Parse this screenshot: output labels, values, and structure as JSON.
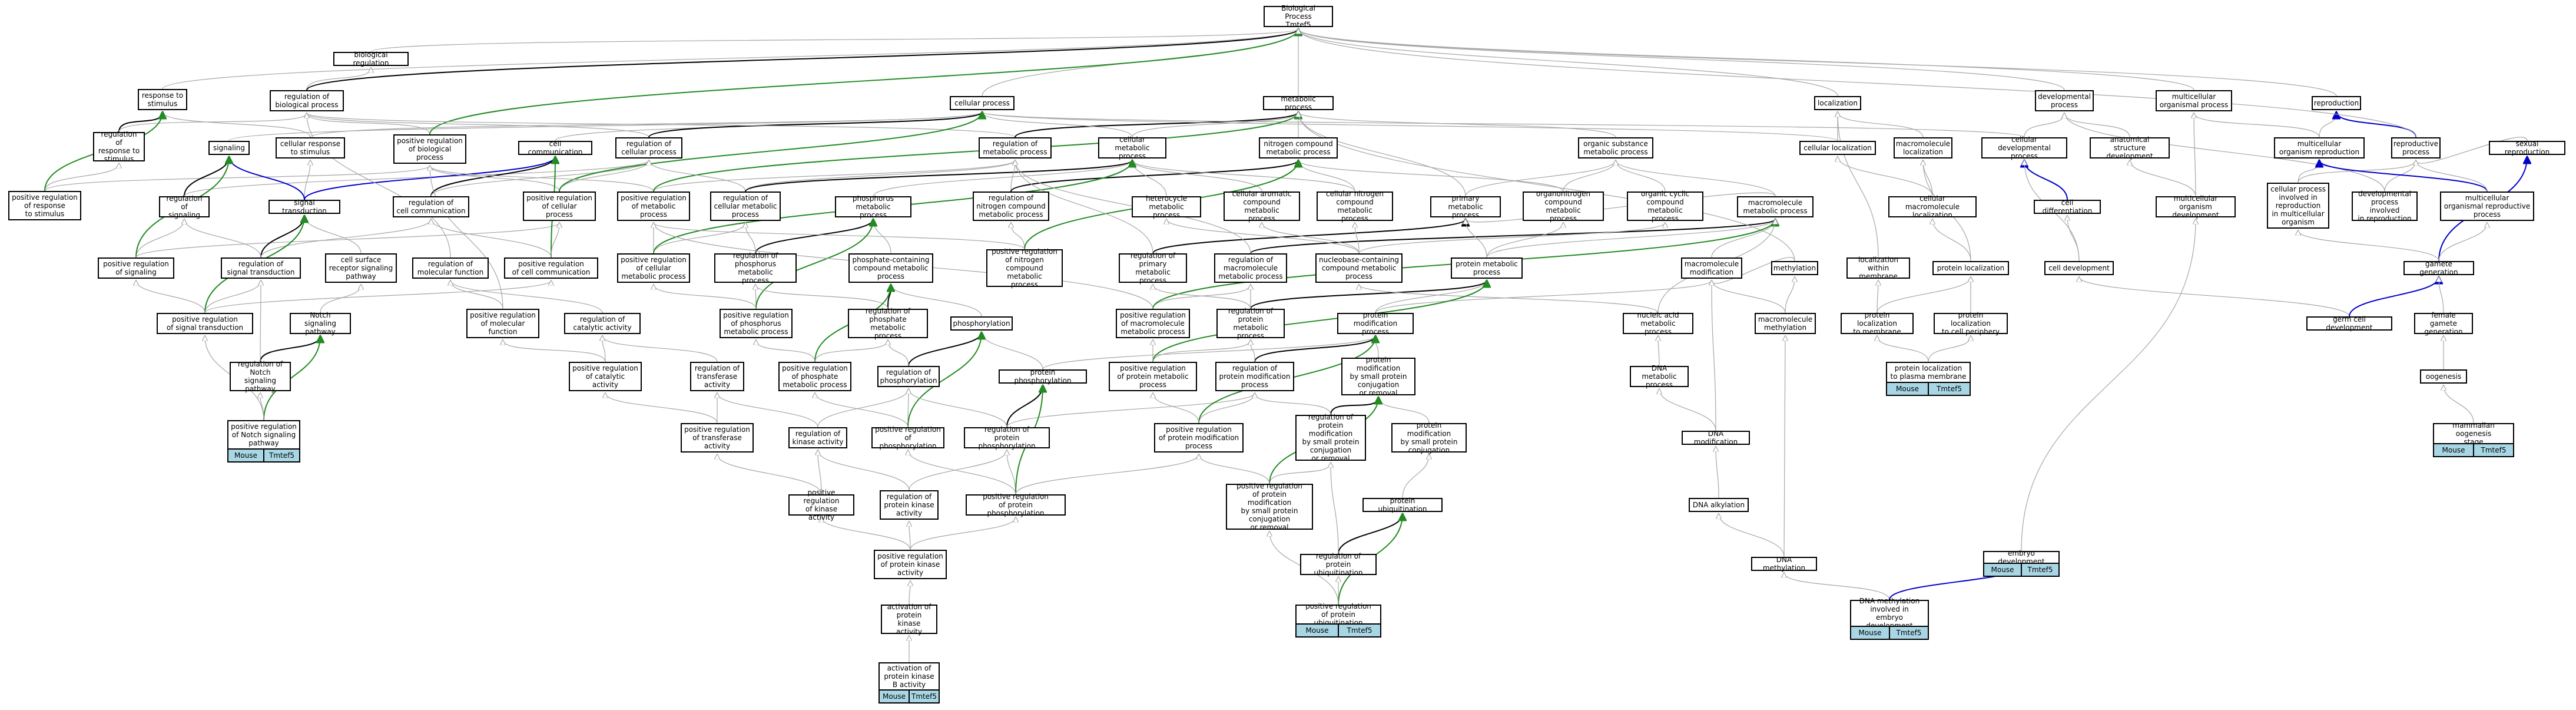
{
  "colors": {
    "gray": "#a6a6a6",
    "black": "#000000",
    "green": "#228b22",
    "blue": "#0000cc",
    "annotation_fill": "#a9d6e5"
  },
  "annotation": {
    "species": "Mouse",
    "gene": "Tmtef5"
  },
  "nodes": [
    {
      "id": "root",
      "label": "Biological Process\nTmtef5"
    },
    {
      "id": "bioreg",
      "label": "biological regulation"
    },
    {
      "id": "resp_stim",
      "label": "response to\nstimulus"
    },
    {
      "id": "reg_bp",
      "label": "regulation of\nbiological process"
    },
    {
      "id": "cellproc",
      "label": "cellular process"
    },
    {
      "id": "metproc",
      "label": "metabolic process"
    },
    {
      "id": "localization",
      "label": "localization"
    },
    {
      "id": "devproc",
      "label": "developmental\nprocess"
    },
    {
      "id": "multiorg",
      "label": "multicellular\norganismal process"
    },
    {
      "id": "reproduction",
      "label": "reproduction"
    },
    {
      "id": "reg_resp",
      "label": "regulation of\nresponse to\nstimulus"
    },
    {
      "id": "signaling",
      "label": "signaling"
    },
    {
      "id": "cell_resp",
      "label": "cellular response\nto stimulus"
    },
    {
      "id": "pos_reg_bp",
      "label": "positive regulation\nof biological\nprocess"
    },
    {
      "id": "cellcomm",
      "label": "cell communication"
    },
    {
      "id": "reg_cellproc",
      "label": "regulation of\ncellular process"
    },
    {
      "id": "reg_metproc",
      "label": "regulation of\nmetabolic process"
    },
    {
      "id": "cellmet",
      "label": "cellular metabolic\nprocess"
    },
    {
      "id": "ncmp",
      "label": "nitrogen compound\nmetabolic process"
    },
    {
      "id": "osmp",
      "label": "organic substance\nmetabolic process"
    },
    {
      "id": "celloc",
      "label": "cellular localization"
    },
    {
      "id": "macloc",
      "label": "macromolecule\nlocalization"
    },
    {
      "id": "celldev",
      "label": "cellular developmental\nprocess"
    },
    {
      "id": "anatdev",
      "label": "anatomical structure\ndevelopment"
    },
    {
      "id": "multirepro",
      "label": "multicellular\norganism reproduction"
    },
    {
      "id": "reproproc",
      "label": "reproductive\nprocess"
    },
    {
      "id": "sexrepro",
      "label": "sexual reproduction"
    },
    {
      "id": "pos_reg_resp",
      "label": "positive regulation\nof response\nto stimulus"
    },
    {
      "id": "reg_signaling",
      "label": "regulation of\nsignaling"
    },
    {
      "id": "sigtrans",
      "label": "signal transduction"
    },
    {
      "id": "reg_cellcomm",
      "label": "regulation of\ncell communication"
    },
    {
      "id": "pos_reg_cellproc",
      "label": "positive regulation\nof cellular\nprocess"
    },
    {
      "id": "pos_reg_metproc",
      "label": "positive regulation\nof metabolic\nprocess"
    },
    {
      "id": "reg_cellmet",
      "label": "regulation of\ncellular metabolic\nprocess"
    },
    {
      "id": "phosmet",
      "label": "phosphorus metabolic\nprocess"
    },
    {
      "id": "reg_ncmp",
      "label": "regulation of\nnitrogen compound\nmetabolic process"
    },
    {
      "id": "heteromet",
      "label": "heterocycle\nmetabolic process"
    },
    {
      "id": "aromet",
      "label": "cellular aromatic\ncompound metabolic\nprocess"
    },
    {
      "id": "cncmp",
      "label": "cellular nitrogen\ncompound metabolic\nprocess"
    },
    {
      "id": "primet",
      "label": "primary metabolic\nprocess"
    },
    {
      "id": "orgnmet",
      "label": "organonitrogen\ncompound metabolic\nprocess"
    },
    {
      "id": "orgcyc",
      "label": "organic cyclic\ncompound metabolic\nprocess"
    },
    {
      "id": "macromet",
      "label": "macromolecule\nmetabolic process"
    },
    {
      "id": "celmacloc",
      "label": "cellular macromolecule\nlocalization"
    },
    {
      "id": "celldiff",
      "label": "cell differentiation"
    },
    {
      "id": "multidev",
      "label": "multicellular\norganism development"
    },
    {
      "id": "cpir",
      "label": "cellular process\ninvolved in\nreproduction\nin multicellular\norganism"
    },
    {
      "id": "devir",
      "label": "developmental\nprocess involved\nin reproduction"
    },
    {
      "id": "multirepproc",
      "label": "multicellular\norganismal reproductive\nprocess"
    },
    {
      "id": "pos_reg_signaling",
      "label": "positive regulation\nof signaling"
    },
    {
      "id": "reg_sigtrans",
      "label": "regulation of\nsignal transduction"
    },
    {
      "id": "csrsp",
      "label": "cell surface\nreceptor signaling\npathway"
    },
    {
      "id": "reg_molfunc",
      "label": "regulation of\nmolecular function"
    },
    {
      "id": "pos_reg_cellcomm",
      "label": "positive regulation\nof cell communication"
    },
    {
      "id": "pos_reg_cellmet",
      "label": "positive regulation\nof cellular\nmetabolic process"
    },
    {
      "id": "reg_phosmet",
      "label": "regulation of\nphosphorus metabolic\nprocess"
    },
    {
      "id": "pcmp",
      "label": "phosphate-containing\ncompound metabolic\nprocess"
    },
    {
      "id": "pos_reg_ncmp",
      "label": "positive regulation\nof nitrogen\ncompound metabolic\nprocess"
    },
    {
      "id": "reg_primet",
      "label": "regulation of\nprimary metabolic\nprocess"
    },
    {
      "id": "reg_macmet",
      "label": "regulation of\nmacromolecule\nmetabolic process"
    },
    {
      "id": "nbcmp",
      "label": "nucleobase-containing\ncompound metabolic\nprocess"
    },
    {
      "id": "protmet",
      "label": "protein metabolic\nprocess"
    },
    {
      "id": "macmod",
      "label": "macromolecule\nmodification"
    },
    {
      "id": "methylation",
      "label": "methylation"
    },
    {
      "id": "locmem",
      "label": "localization\nwithin membrane"
    },
    {
      "id": "protloc",
      "label": "protein localization"
    },
    {
      "id": "celldevel",
      "label": "cell development"
    },
    {
      "id": "gametegen",
      "label": "gamete generation"
    },
    {
      "id": "pos_reg_sigtrans",
      "label": "positive regulation\nof signal transduction"
    },
    {
      "id": "notch",
      "label": "Notch signaling\npathway"
    },
    {
      "id": "pos_reg_molfunc",
      "label": "positive regulation\nof molecular\nfunction"
    },
    {
      "id": "reg_catact",
      "label": "regulation of\ncatalytic activity"
    },
    {
      "id": "pos_reg_phosmet",
      "label": "positive regulation\nof phosphorus\nmetabolic process"
    },
    {
      "id": "reg_phosphatemet",
      "label": "regulation of\nphosphate metabolic\nprocess"
    },
    {
      "id": "phosphorylation",
      "label": "phosphorylation"
    },
    {
      "id": "pos_reg_macmet",
      "label": "positive regulation\nof macromolecule\nmetabolic process"
    },
    {
      "id": "reg_protmet",
      "label": "regulation of\nprotein metabolic\nprocess"
    },
    {
      "id": "protmod",
      "label": "protein modification\nprocess"
    },
    {
      "id": "macmeth",
      "label": "macromolecule\nmethylation"
    },
    {
      "id": "nucmet",
      "label": "nucleic acid\nmetabolic process"
    },
    {
      "id": "protlocmem",
      "label": "protein localization\nto membrane"
    },
    {
      "id": "protloccp",
      "label": "protein localization\nto cell periphery"
    },
    {
      "id": "germdev",
      "label": "germ cell development"
    },
    {
      "id": "femgam",
      "label": "female gamete\ngeneration"
    },
    {
      "id": "reg_notch",
      "label": "regulation of\nNotch signaling\npathway"
    },
    {
      "id": "pos_reg_catact",
      "label": "positive regulation\nof catalytic\nactivity"
    },
    {
      "id": "reg_transact",
      "label": "regulation of\ntransferase\nactivity"
    },
    {
      "id": "pos_reg_phosphatemet",
      "label": "positive regulation\nof phosphate\nmetabolic process"
    },
    {
      "id": "reg_phosphorylation",
      "label": "regulation of\nphosphorylation"
    },
    {
      "id": "protphos",
      "label": "protein phosphorylation"
    },
    {
      "id": "pos_reg_protmet",
      "label": "positive regulation\nof protein metabolic\nprocess"
    },
    {
      "id": "reg_protmod",
      "label": "regulation of\nprotein modification\nprocess"
    },
    {
      "id": "pmspc",
      "label": "protein modification\nby small protein\nconjugation\nor removal"
    },
    {
      "id": "dnamet",
      "label": "DNA metabolic\nprocess"
    },
    {
      "id": "protlocpm",
      "label": "protein localization\nto plasma membrane"
    },
    {
      "id": "oogenesis",
      "label": "oogenesis"
    },
    {
      "id": "pos_reg_notch",
      "label": "positive regulation\nof Notch signaling\npathway"
    },
    {
      "id": "pos_reg_transact",
      "label": "positive regulation\nof transferase\nactivity"
    },
    {
      "id": "reg_kinact",
      "label": "regulation of\nkinase activity"
    },
    {
      "id": "pos_reg_phosphorylation",
      "label": "positive regulation\nof phosphorylation"
    },
    {
      "id": "reg_protphos",
      "label": "regulation of\nprotein phosphorylation"
    },
    {
      "id": "pos_reg_protmod",
      "label": "positive regulation\nof protein modification\nprocess"
    },
    {
      "id": "reg_pmspc",
      "label": "regulation of\nprotein modification\nby small protein\nconjugation\nor removal"
    },
    {
      "id": "pmspc2",
      "label": "protein modification\nby small protein\nconjugation"
    },
    {
      "id": "dnamod",
      "label": "DNA modification"
    },
    {
      "id": "mamos",
      "label": "mammalian oogenesis\nstage"
    },
    {
      "id": "pos_reg_kinact",
      "label": "positive regulation\nof kinase activity"
    },
    {
      "id": "reg_protkinact",
      "label": "regulation of\nprotein kinase\nactivity"
    },
    {
      "id": "pos_reg_protphos",
      "label": "positive regulation\nof protein phosphorylation"
    },
    {
      "id": "pos_reg_pmspc",
      "label": "positive regulation\nof protein modification\nby small protein\nconjugation\nor removal"
    },
    {
      "id": "protubiq",
      "label": "protein ubiquitination"
    },
    {
      "id": "dnaalk",
      "label": "DNA alkylation"
    },
    {
      "id": "pos_reg_protkinact",
      "label": "positive regulation\nof protein kinase\nactivity"
    },
    {
      "id": "reg_protubiq",
      "label": "regulation of\nprotein ubiquitination"
    },
    {
      "id": "dnameth",
      "label": "DNA methylation"
    },
    {
      "id": "embdev",
      "label": "embryo development"
    },
    {
      "id": "actpk",
      "label": "activation of\nprotein kinase\nactivity"
    },
    {
      "id": "pos_reg_protubiq",
      "label": "positive regulation\nof protein ubiquitination"
    },
    {
      "id": "dnamethemb",
      "label": "DNA methylation\ninvolved in\nembryo development"
    },
    {
      "id": "actpkb",
      "label": "activation of\nprotein kinase\nB activity"
    }
  ]
}
